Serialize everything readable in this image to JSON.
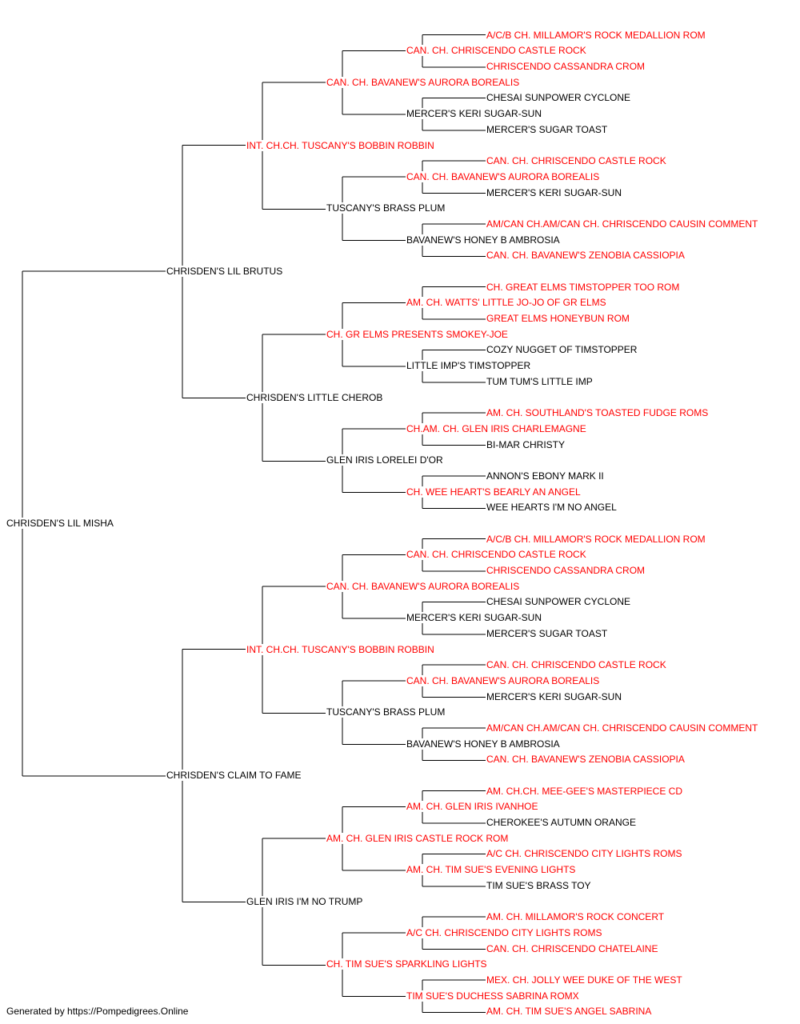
{
  "colors": {
    "champion": "#ff0000",
    "regular": "#000000",
    "connector": "#000000"
  },
  "pedigree": {
    "name": "CHRISDEN'S LIL MISHA",
    "champion": false,
    "sire": {
      "name": "CHRISDEN'S LIL BRUTUS",
      "champion": false,
      "sire": {
        "name": "INT. CH.CH. TUSCANY'S BOBBIN ROBBIN",
        "champion": true,
        "sire": {
          "name": "CAN. CH. BAVANEW'S AURORA BOREALIS",
          "champion": true,
          "sire": {
            "name": "CAN. CH. CHRISCENDO CASTLE ROCK",
            "champion": true,
            "sire": {
              "name": "A/C/B CH. MILLAMOR'S ROCK MEDALLION ROM",
              "champion": true
            },
            "dam": {
              "name": "CHRISCENDO CASSANDRA CROM",
              "champion": true
            }
          },
          "dam": {
            "name": "MERCER'S KERI SUGAR-SUN",
            "champion": false,
            "sire": {
              "name": "CHESAI SUNPOWER CYCLONE",
              "champion": false
            },
            "dam": {
              "name": "MERCER'S SUGAR TOAST",
              "champion": false
            }
          }
        },
        "dam": {
          "name": "TUSCANY'S BRASS PLUM",
          "champion": false,
          "sire": {
            "name": "CAN. CH. BAVANEW'S AURORA BOREALIS",
            "champion": true,
            "sire": {
              "name": "CAN. CH. CHRISCENDO CASTLE ROCK",
              "champion": true
            },
            "dam": {
              "name": "MERCER'S KERI SUGAR-SUN",
              "champion": false
            }
          },
          "dam": {
            "name": "BAVANEW'S HONEY B AMBROSIA",
            "champion": false,
            "sire": {
              "name": "AM/CAN CH.AM/CAN CH. CHRISCENDO CAUSIN COMMENT",
              "champion": true
            },
            "dam": {
              "name": "CAN. CH. BAVANEW'S ZENOBIA CASSIOPIA",
              "champion": true
            }
          }
        }
      },
      "dam": {
        "name": "CHRISDEN'S LITTLE CHEROB",
        "champion": false,
        "sire": {
          "name": "CH. GR ELMS PRESENTS SMOKEY-JOE",
          "champion": true,
          "sire": {
            "name": "AM. CH. WATTS' LITTLE JO-JO OF GR ELMS",
            "champion": true,
            "sire": {
              "name": "CH. GREAT ELMS TIMSTOPPER TOO ROM",
              "champion": true
            },
            "dam": {
              "name": "GREAT ELMS HONEYBUN ROM",
              "champion": true
            }
          },
          "dam": {
            "name": "LITTLE IMP'S TIMSTOPPER",
            "champion": false,
            "sire": {
              "name": "COZY NUGGET OF TIMSTOPPER",
              "champion": false
            },
            "dam": {
              "name": "TUM TUM'S LITTLE IMP",
              "champion": false
            }
          }
        },
        "dam": {
          "name": "GLEN IRIS LORELEI D'OR",
          "champion": false,
          "sire": {
            "name": "CH.AM. CH. GLEN IRIS CHARLEMAGNE",
            "champion": true,
            "sire": {
              "name": "AM. CH. SOUTHLAND'S TOASTED FUDGE ROMS",
              "champion": true
            },
            "dam": {
              "name": "BI-MAR CHRISTY",
              "champion": false
            }
          },
          "dam": {
            "name": "CH. WEE HEART'S BEARLY AN ANGEL",
            "champion": true,
            "sire": {
              "name": "ANNON'S EBONY MARK II",
              "champion": false
            },
            "dam": {
              "name": "WEE HEARTS I'M NO ANGEL",
              "champion": false
            }
          }
        }
      }
    },
    "dam": {
      "name": "CHRISDEN'S CLAIM TO FAME",
      "champion": false,
      "sire": {
        "name": "INT. CH.CH. TUSCANY'S BOBBIN ROBBIN",
        "champion": true,
        "sire": {
          "name": "CAN. CH. BAVANEW'S AURORA BOREALIS",
          "champion": true,
          "sire": {
            "name": "CAN. CH. CHRISCENDO CASTLE ROCK",
            "champion": true,
            "sire": {
              "name": "A/C/B CH. MILLAMOR'S ROCK MEDALLION ROM",
              "champion": true
            },
            "dam": {
              "name": "CHRISCENDO CASSANDRA CROM",
              "champion": true
            }
          },
          "dam": {
            "name": "MERCER'S KERI SUGAR-SUN",
            "champion": false,
            "sire": {
              "name": "CHESAI SUNPOWER CYCLONE",
              "champion": false
            },
            "dam": {
              "name": "MERCER'S SUGAR TOAST",
              "champion": false
            }
          }
        },
        "dam": {
          "name": "TUSCANY'S BRASS PLUM",
          "champion": false,
          "sire": {
            "name": "CAN. CH. BAVANEW'S AURORA BOREALIS",
            "champion": true,
            "sire": {
              "name": "CAN. CH. CHRISCENDO CASTLE ROCK",
              "champion": true
            },
            "dam": {
              "name": "MERCER'S KERI SUGAR-SUN",
              "champion": false
            }
          },
          "dam": {
            "name": "BAVANEW'S HONEY B AMBROSIA",
            "champion": false,
            "sire": {
              "name": "AM/CAN CH.AM/CAN CH. CHRISCENDO CAUSIN COMMENT",
              "champion": true
            },
            "dam": {
              "name": "CAN. CH. BAVANEW'S ZENOBIA CASSIOPIA",
              "champion": true
            }
          }
        }
      },
      "dam": {
        "name": "GLEN IRIS I'M NO TRUMP",
        "champion": false,
        "sire": {
          "name": "AM. CH. GLEN IRIS CASTLE ROCK ROM",
          "champion": true,
          "sire": {
            "name": "AM. CH. GLEN IRIS IVANHOE",
            "champion": true,
            "sire": {
              "name": "AM. CH.CH. MEE-GEE'S MASTERPIECE CD",
              "champion": true
            },
            "dam": {
              "name": "CHEROKEE'S AUTUMN ORANGE",
              "champion": false
            }
          },
          "dam": {
            "name": "AM. CH. TIM SUE'S EVENING LIGHTS",
            "champion": true,
            "sire": {
              "name": "A/C CH. CHRISCENDO CITY LIGHTS ROMS",
              "champion": true
            },
            "dam": {
              "name": "TIM SUE'S BRASS TOY",
              "champion": false
            }
          }
        },
        "dam": {
          "name": "CH. TIM SUE'S SPARKLING LIGHTS",
          "champion": true,
          "sire": {
            "name": "A/C CH. CHRISCENDO CITY LIGHTS ROMS",
            "champion": true,
            "sire": {
              "name": "AM. CH. MILLAMOR'S ROCK CONCERT",
              "champion": true
            },
            "dam": {
              "name": "CAN. CH. CHRISCENDO CHATELAINE",
              "champion": true
            }
          },
          "dam": {
            "name": "TIM SUE'S DUCHESS SABRINA ROMX",
            "champion": true,
            "sire": {
              "name": "MEX. CH. JOLLY WEE DUKE OF THE WEST",
              "champion": true
            },
            "dam": {
              "name": "AM. CH. TIM SUE'S ANGEL SABRINA",
              "champion": true
            }
          }
        }
      }
    }
  },
  "footer": "Generated by https://Pompedigrees.Online"
}
